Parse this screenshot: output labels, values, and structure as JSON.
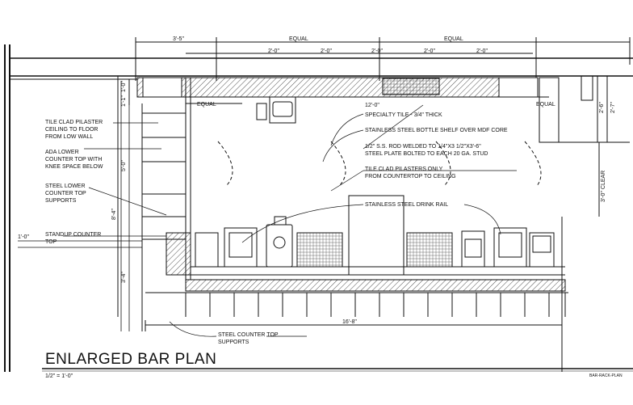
{
  "title": "ENLARGED BAR PLAN",
  "scale": "1/2\" = 1'-0\"",
  "sheet_ref": "BAR-RACK-PLAN",
  "dimensions": {
    "top_left": "3'-5\"",
    "equal_1": "EQUAL",
    "equal_2": "EQUAL",
    "seg_1": "2'-0\"",
    "seg_2": "2'-0\"",
    "seg_3": "2'-0\"",
    "seg_4": "2'-0\"",
    "seg_5": "2'-0\"",
    "equal_left": "EQUAL",
    "equal_right": "EQUAL",
    "width_12": "12'-0\"",
    "bottom_16": "16'-8\"",
    "left_1_0": "1'-0\"",
    "v_1_0": "1'-0\"",
    "v_1_1": "1'-1\"",
    "v_5_0": "5'-0\"",
    "v_8_4": "8'-4\"",
    "v_3_4": "3'-4\"",
    "v_2_6": "2'-6\"",
    "v_2_7": "2'-7\"",
    "v_clear": "3'-0\" CLEAR"
  },
  "annotations": {
    "tile_clad": "TILE CLAD PILASTER\nCEILING TO FLOOR\nFROM LOW WALL",
    "ada": "ADA LOWER\nCOUNTER TOP WITH\nKNEE SPACE BELOW",
    "steel_lower": "STEEL LOWER\nCOUNTER TOP\nSUPPORTS",
    "standup": "STANDUP COUNTER\nTOP",
    "specialty_tile": "SPECIALTY TILE - 3/4\" THICK",
    "bottle_shelf": "STAINLESS STEEL BOTTLE SHELF OVER MDF CORE",
    "rod": "1/2\" S.S. ROD WELDED TO 1/4\"x3 1/2\"x3'-6\"\nSTEEL PLATE BOLTED TO EACH 20 GA. STUD",
    "pilasters_only": "TILE CLAD PILASTERS ONLY\nFROM COUNTERTOP TO CEILING",
    "drink_rail": "STAINLESS STEEL DRINK RAIL",
    "steel_supports": "STEEL COUNTER TOP\nSUPPORTS"
  }
}
